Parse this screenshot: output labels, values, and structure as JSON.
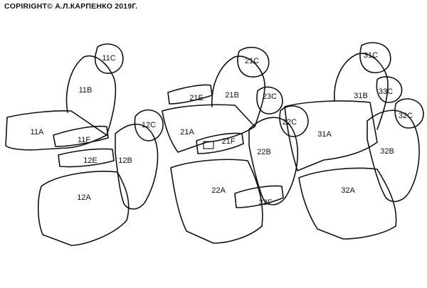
{
  "copyright": "COPIRIGHT© А.Л.КАРПЕНКО 2019Г.",
  "parts": {
    "p11C": "11C",
    "p11B": "11B",
    "p11A": "11A",
    "p11F": "11F",
    "p12E": "12E",
    "p12C": "12C",
    "p12B": "12B",
    "p12A": "12A",
    "p21C": "21C",
    "p21E": "21E",
    "p21B": "21B",
    "p23C": "23C",
    "p21A": "21A",
    "p21F": "21F",
    "p22C": "22C",
    "p22B": "22B",
    "p22A": "22A",
    "p22F": "22F",
    "p31C": "31C",
    "p33C": "33C",
    "p31B": "31B",
    "p32C": "32C",
    "p31A": "31A",
    "p32B": "32B",
    "p32A": "32A"
  },
  "colors": {
    "line": "#111111",
    "background": "#ffffff"
  }
}
